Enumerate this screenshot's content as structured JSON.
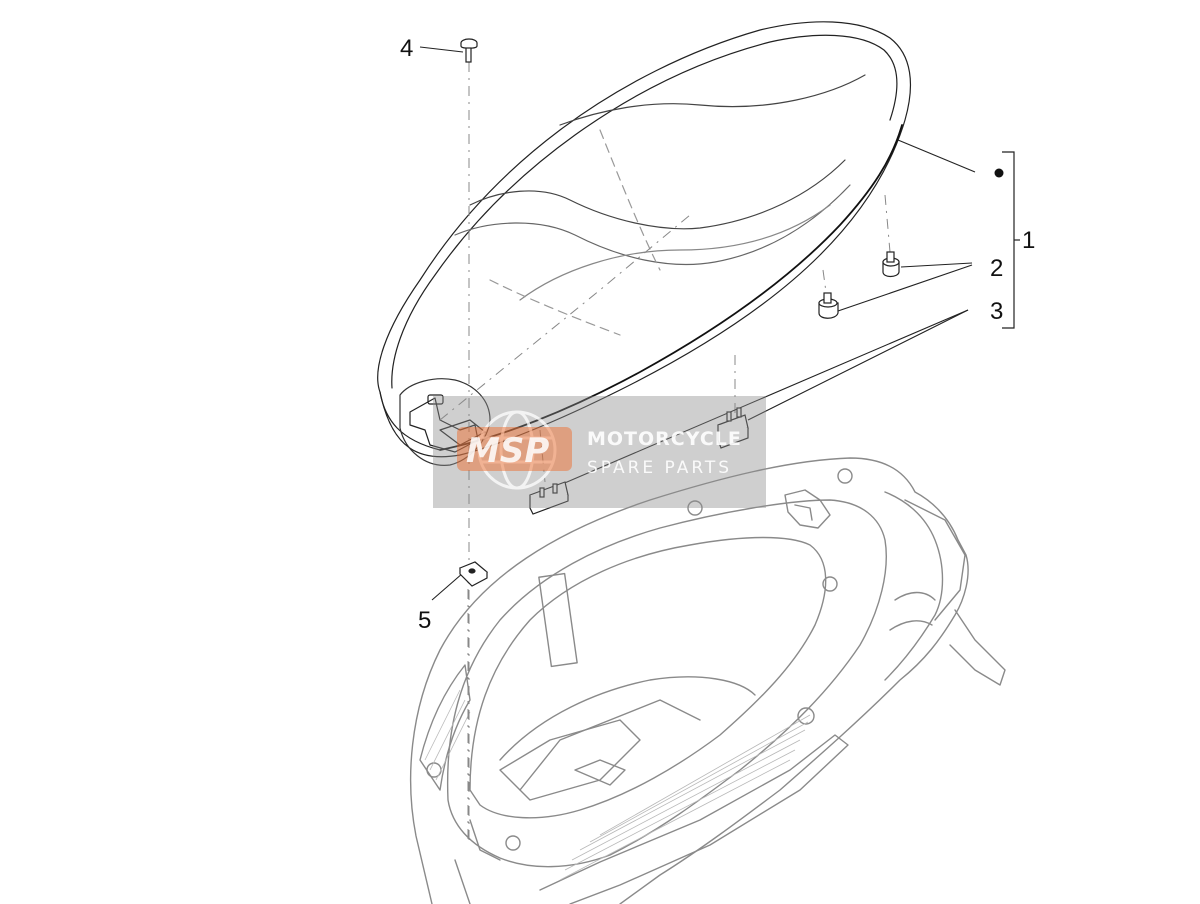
{
  "callouts": {
    "c1": "1",
    "c2": "2",
    "c3": "3",
    "c4": "4",
    "c5": "5"
  },
  "watermark": {
    "logo": "MSP",
    "title": "MOTORCYCLE",
    "subtitle": "SPARE PARTS"
  },
  "colors": {
    "line": "#222222",
    "faint": "#9a9a9a",
    "watermark_bg": "#8c8c8c",
    "watermark_accent": "#f0641e"
  },
  "icons": [
    "seat-part",
    "rubber-bumper",
    "spacer-part",
    "screw",
    "clip-nut",
    "frame-body"
  ]
}
